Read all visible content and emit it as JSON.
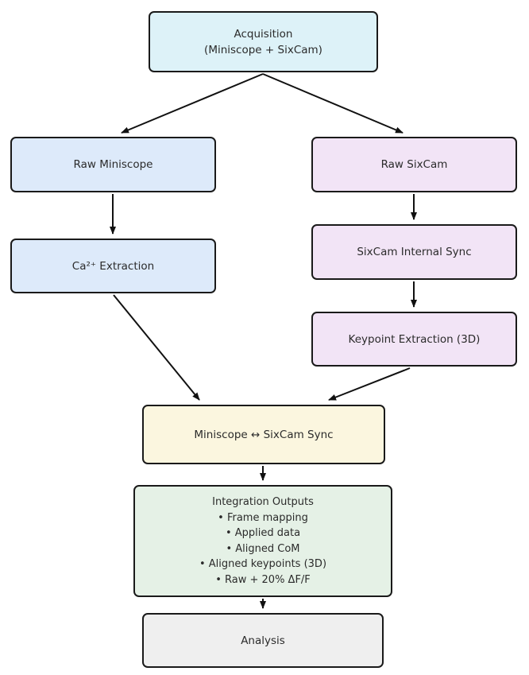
{
  "diagram": {
    "title": "Miniscope + SixCam acquisition and integration pipeline flowchart",
    "background_color": "#ffffff",
    "node_border_color": "#1a1a1a",
    "text_color": "#2b2b2b",
    "arrow_color": "#111111",
    "nodes": {
      "acquisition": {
        "label_line1": "Acquisition",
        "label_line2": "(Miniscope + SixCam)",
        "fill": "#ddf2f8"
      },
      "raw_miniscope": {
        "label": "Raw Miniscope",
        "fill": "#ddeafa"
      },
      "raw_sixcam": {
        "label": "Raw SixCam",
        "fill": "#f2e4f6"
      },
      "ca_extraction": {
        "label": "Ca²⁺ Extraction",
        "fill": "#ddeafa"
      },
      "sixcam_internal_sync": {
        "label": "SixCam Internal Sync",
        "fill": "#f2e4f6"
      },
      "keypoint_extraction": {
        "label": "Keypoint Extraction (3D)",
        "fill": "#f2e4f6"
      },
      "miniscope_sixcam_sync": {
        "label": "Miniscope ↔ SixCam Sync",
        "fill": "#fbf6df"
      },
      "integration_outputs": {
        "title": "Integration Outputs",
        "bullets": [
          "• Frame mapping",
          "• Applied data",
          "• Aligned CoM",
          "• Aligned keypoints (3D)",
          "• Raw + 20% ΔF/F"
        ],
        "fill": "#e5f1e6"
      },
      "analysis": {
        "label": "Analysis",
        "fill": "#efefef"
      }
    },
    "edges": [
      "acquisition → raw_miniscope",
      "acquisition → raw_sixcam",
      "raw_miniscope → ca_extraction",
      "raw_sixcam → sixcam_internal_sync",
      "sixcam_internal_sync → keypoint_extraction",
      "ca_extraction → miniscope_sixcam_sync",
      "keypoint_extraction → miniscope_sixcam_sync",
      "miniscope_sixcam_sync → integration_outputs",
      "integration_outputs → analysis"
    ]
  }
}
